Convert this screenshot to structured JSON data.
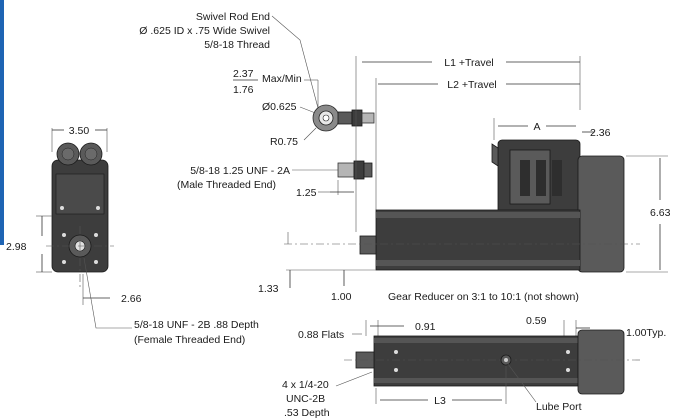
{
  "accent_color": "#1e64b4",
  "swivel": {
    "line1": "Swivel Rod End",
    "line2": "Ø .625 ID x .75 Wide Swivel",
    "line3": "5/8-18 Thread",
    "max_num": "2.37",
    "min_num": "1.76",
    "maxmin_label": "Max/Min",
    "dia": "Ø0.625",
    "radius": "R0.75"
  },
  "male": {
    "line1": "5/8-18 1.25 UNF - 2A",
    "line2": "(Male Threaded End)",
    "dim": "1.25"
  },
  "end_view": {
    "width": "3.50",
    "height": "2.98",
    "offset": "2.66"
  },
  "female": {
    "line1": "5/8-18 UNF - 2B .88 Depth",
    "line2": "(Female Threaded End)"
  },
  "side_view": {
    "l1": "L1 +Travel",
    "l2": "L2 +Travel",
    "a": "A",
    "d236": "2.36",
    "d663": "6.63",
    "d133": "1.33",
    "d100": "1.00",
    "note": "Gear Reducer on 3:1 to 10:1 (not shown)"
  },
  "bottom_view": {
    "flats": "0.88 Flats",
    "d091": "0.91",
    "d059": "0.59",
    "typ": "1.00Typ.",
    "holes1": "4 x 1/4-20",
    "holes2": "UNC-2B",
    "holes3": ".53 Depth",
    "l3": "L3",
    "lube": "Lube Port"
  }
}
